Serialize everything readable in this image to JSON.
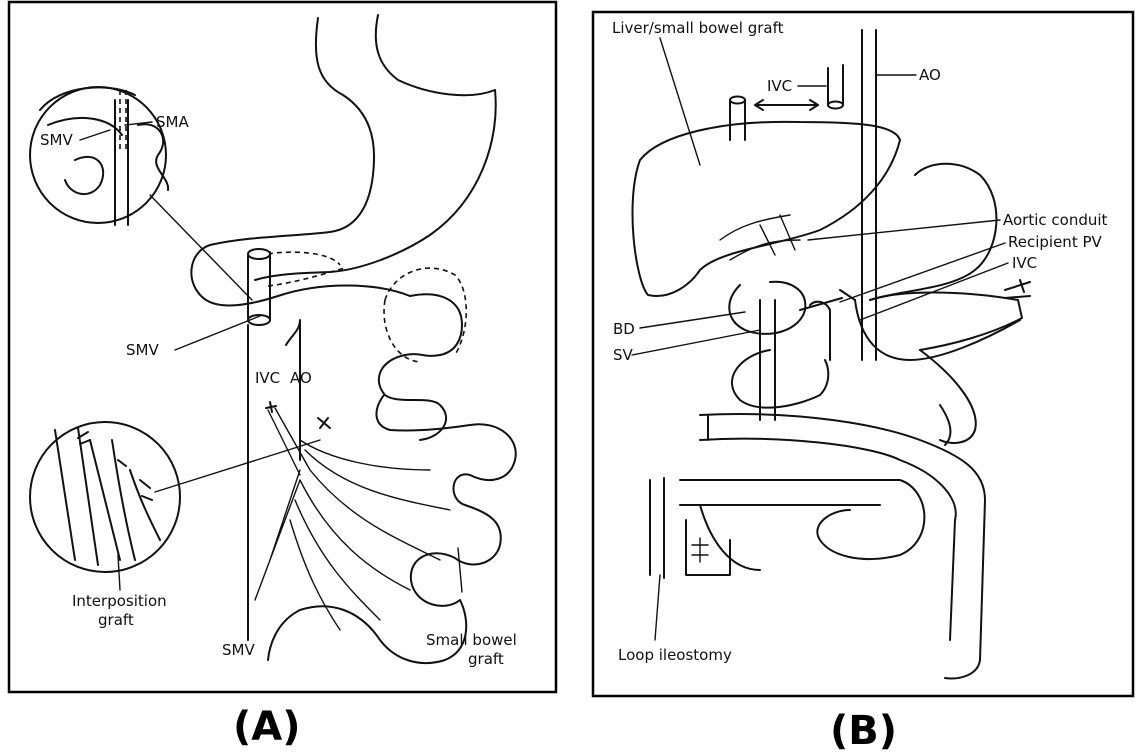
{
  "figure_a": {
    "caption": "(A)",
    "labels": {
      "sma": "SMA",
      "smv_inset": "SMV",
      "smv_mid": "SMV",
      "ivc": "IVC",
      "ao": "AO",
      "interposition_1": "Interposition",
      "interposition_2": "graft",
      "smv_bottom": "SMV",
      "small_bowel_1": "Small bowel",
      "small_bowel_2": "graft"
    }
  },
  "figure_b": {
    "caption": "(B)",
    "labels": {
      "graft": "Liver/small bowel graft",
      "ivc_top": "IVC",
      "ao": "AO",
      "aortic_conduit": "Aortic conduit",
      "recipient_pv": "Recipient PV",
      "ivc_right": "IVC",
      "bd": "BD",
      "sv": "SV",
      "loop_ileostomy": "Loop ileostomy"
    }
  }
}
